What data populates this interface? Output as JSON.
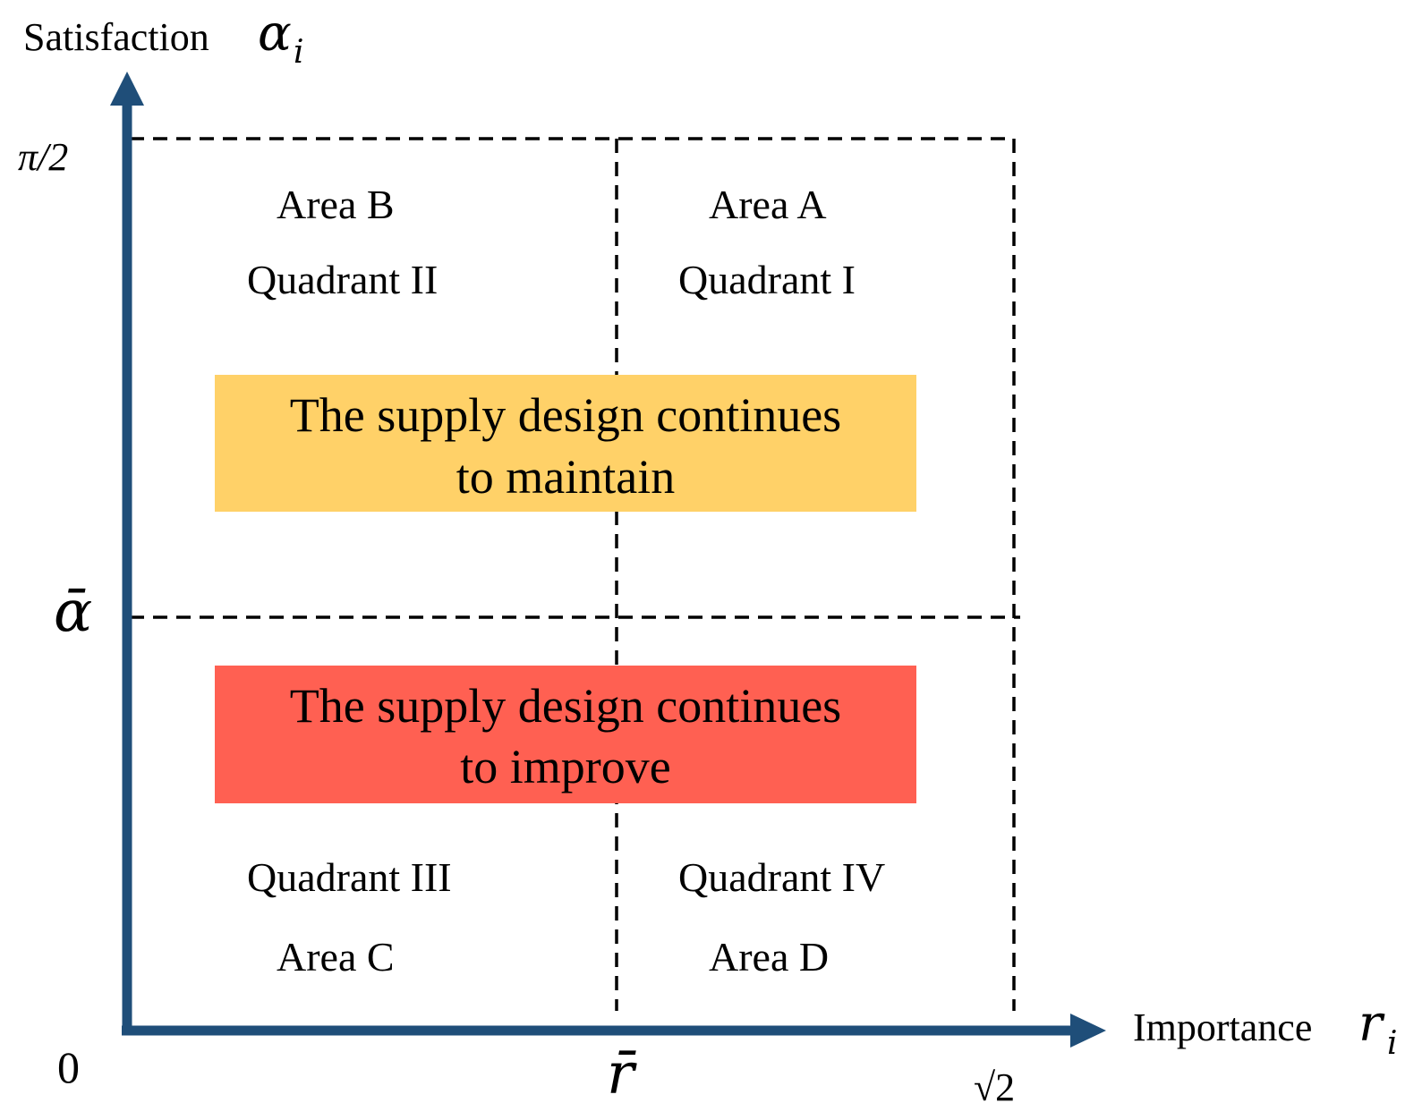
{
  "axes": {
    "y_label": "Satisfaction",
    "y_symbol": "α",
    "y_subscript": "i",
    "x_label": "Importance",
    "x_symbol": "r",
    "x_subscript": "i",
    "y_top_tick": "π/2",
    "y_mid_tick": "ᾱ",
    "x_mid_tick": "r̄",
    "origin_tick": "0",
    "x_end_tick": "√2",
    "axis_color": "#1f4e79"
  },
  "quadrants": {
    "top_left": {
      "area": "Area B",
      "quadrant": "Quadrant II"
    },
    "top_right": {
      "area": "Area A",
      "quadrant": "Quadrant I"
    },
    "bottom_left": {
      "quadrant": "Quadrant III",
      "area": "Area C"
    },
    "bottom_right": {
      "quadrant": "Quadrant IV",
      "area": "Area D"
    }
  },
  "banners": {
    "maintain": {
      "line1": "The supply design continues",
      "line2": "to maintain",
      "color": "#ffd168"
    },
    "improve": {
      "line1": "The supply design continues",
      "line2": "to improve",
      "color": "#ff6052"
    }
  }
}
